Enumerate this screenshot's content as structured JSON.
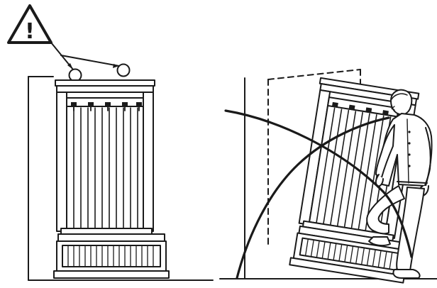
{
  "warning": {
    "glyph": "!",
    "icon": "warning-triangle-icon"
  },
  "figures": [
    {
      "id": "left",
      "icon": "hall-tree-upright-with-wall-anchors"
    },
    {
      "id": "right",
      "icon": "hall-tree-tip-over-hazard"
    }
  ],
  "colors": {
    "ink": "#1a1a1a",
    "paper": "#ffffff"
  }
}
